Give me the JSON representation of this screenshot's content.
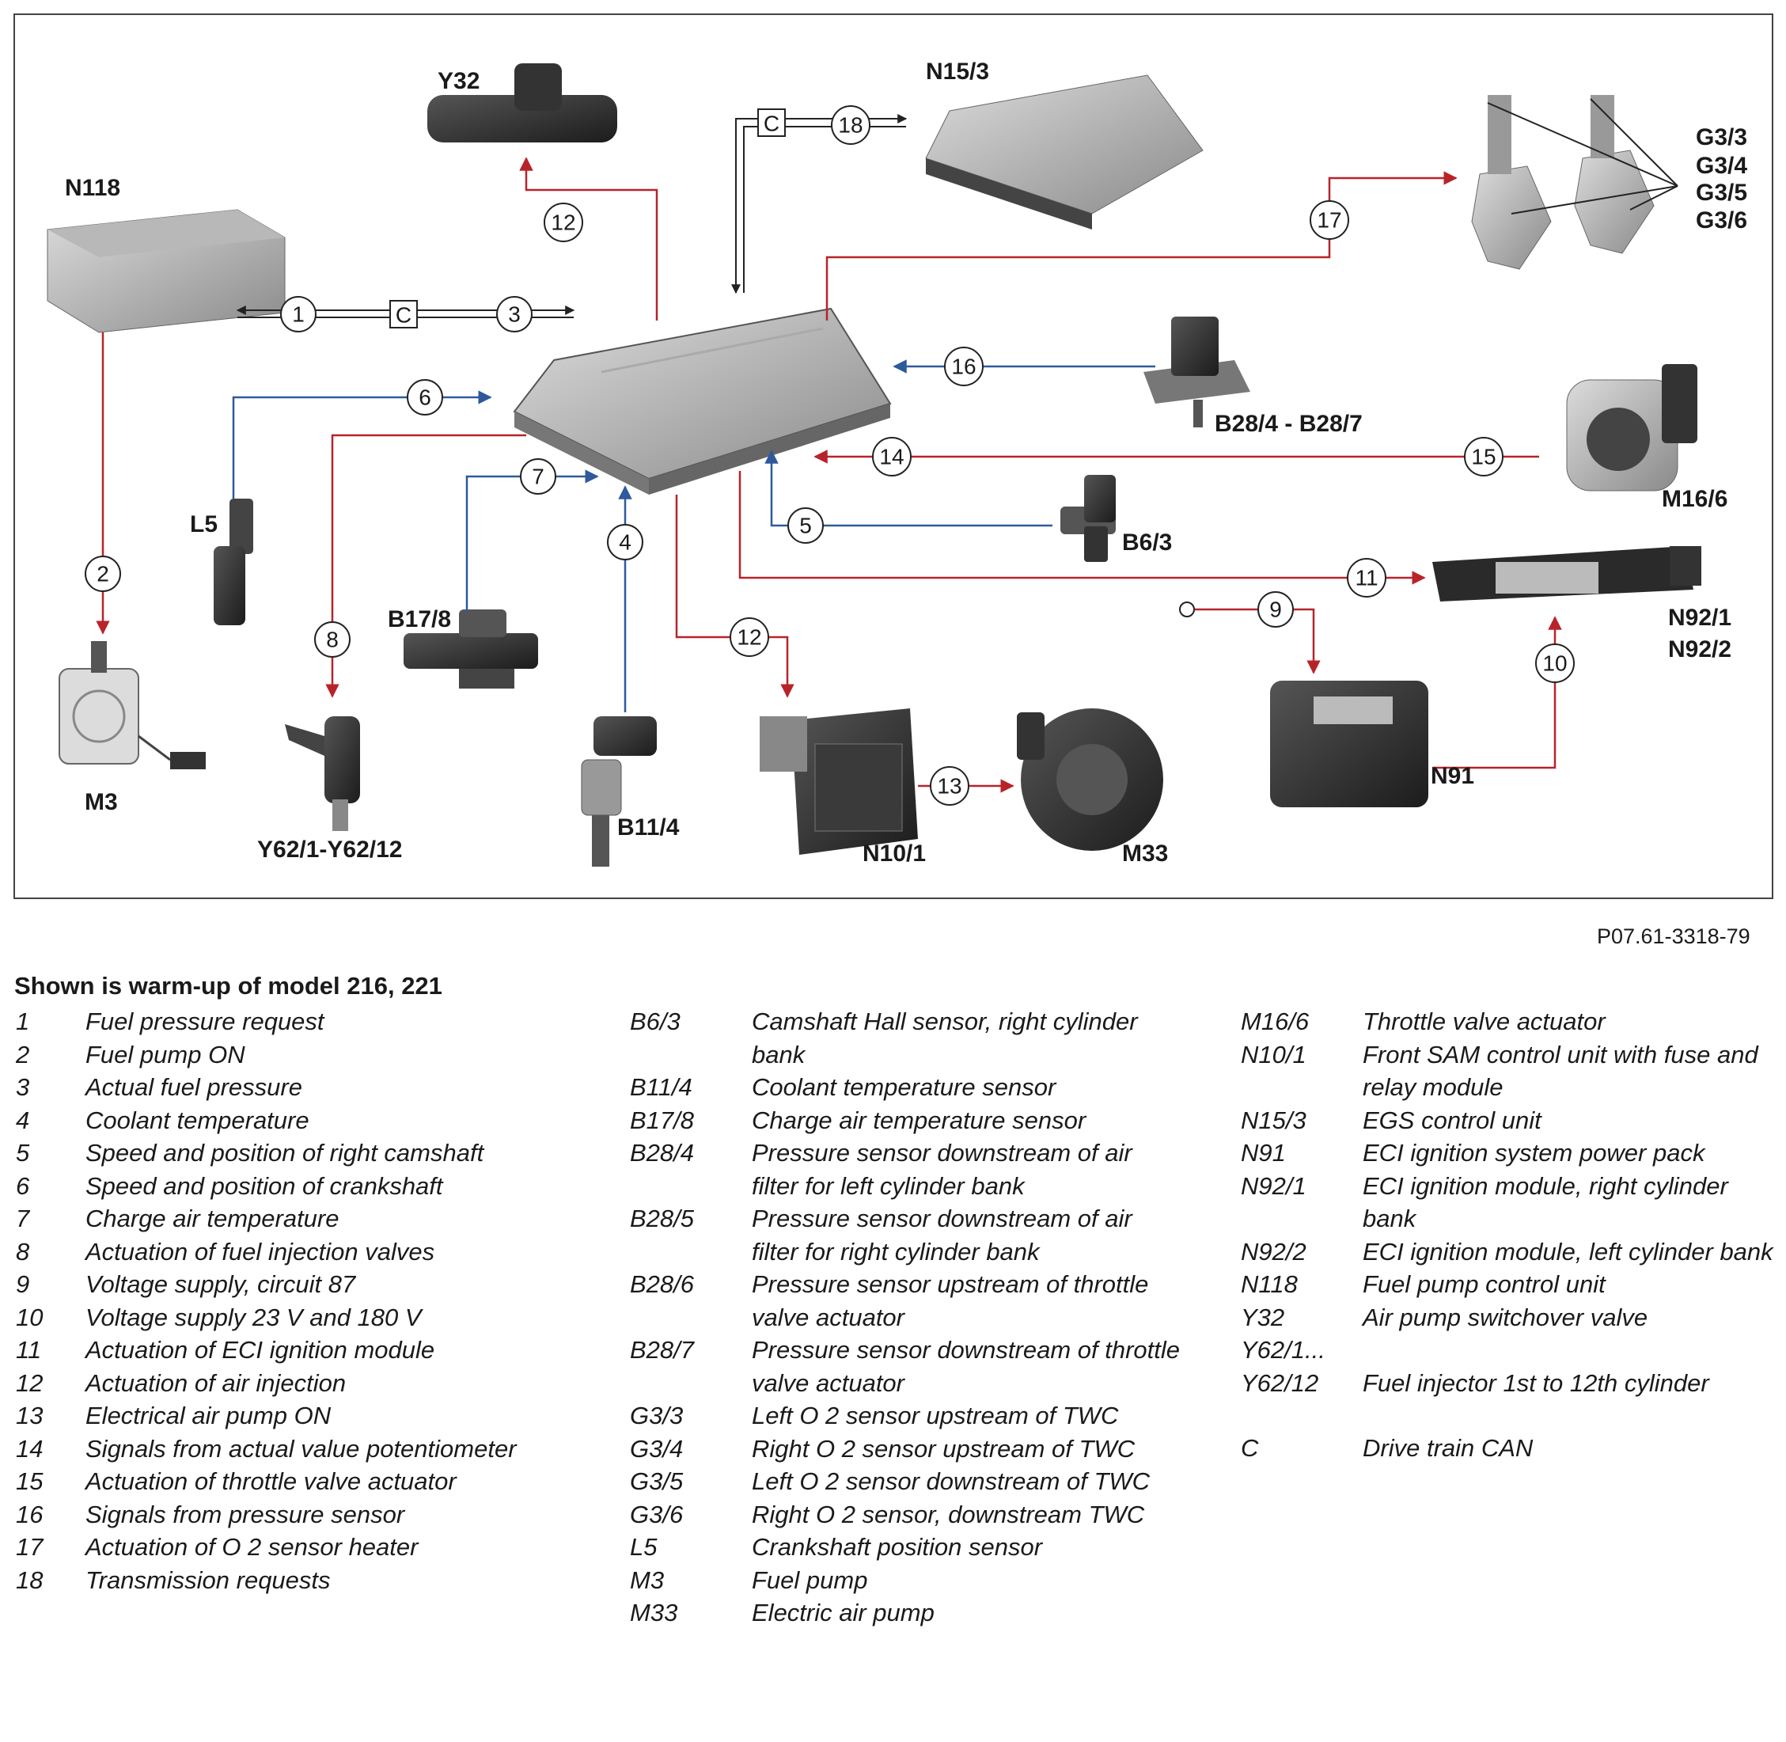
{
  "diagram": {
    "component_labels": {
      "Y32": "Y32",
      "N15_3": "N15/3",
      "N118": "N118",
      "G3": [
        "G3/3",
        "G3/4",
        "G3/5",
        "G3/6"
      ],
      "B28": "B28/4 - B28/7",
      "M16_6": "M16/6",
      "L5": "L5",
      "B6_3": "B6/3",
      "B17_8": "B17/8",
      "N92": [
        "N92/1",
        "N92/2"
      ],
      "M3": "M3",
      "Y62": "Y62/1-Y62/12",
      "B11_4": "B11/4",
      "N10_1": "N10/1",
      "M33": "M33",
      "N91": "N91"
    },
    "can_label": "C",
    "signal_numbers": [
      "1",
      "2",
      "3",
      "4",
      "5",
      "6",
      "7",
      "8",
      "9",
      "10",
      "11",
      "12",
      "13",
      "14",
      "15",
      "16",
      "17",
      "18"
    ],
    "colors": {
      "red_line": "#b8232a",
      "blue_line": "#2e5a9c",
      "can_line": "#222222"
    }
  },
  "figure_ref": "P07.61-3318-79",
  "legend": {
    "title": "Shown is warm-up of model 216, 221",
    "numbered": [
      {
        "key": "1",
        "text": "Fuel pressure request"
      },
      {
        "key": "2",
        "text": "Fuel pump ON"
      },
      {
        "key": "3",
        "text": "Actual fuel pressure"
      },
      {
        "key": "4",
        "text": "Coolant temperature"
      },
      {
        "key": "5",
        "text": "Speed and position of right camshaft"
      },
      {
        "key": "6",
        "text": "Speed and position of crankshaft"
      },
      {
        "key": "7",
        "text": "Charge air temperature"
      },
      {
        "key": "8",
        "text": "Actuation of fuel injection valves"
      },
      {
        "key": "9",
        "text": "Voltage supply, circuit 87"
      },
      {
        "key": "10",
        "text": "Voltage supply 23 V and 180 V"
      },
      {
        "key": "11",
        "text": "Actuation of ECI ignition module"
      },
      {
        "key": "12",
        "text": "Actuation of air injection"
      },
      {
        "key": "13",
        "text": "Electrical air pump ON"
      },
      {
        "key": "14",
        "text": "Signals from actual value potentiometer"
      },
      {
        "key": "15",
        "text": "Actuation of throttle valve actuator"
      },
      {
        "key": "16",
        "text": "Signals from pressure sensor"
      },
      {
        "key": "17",
        "text": "Actuation of O 2 sensor heater"
      },
      {
        "key": "18",
        "text": "Transmission requests"
      }
    ],
    "components_a": [
      {
        "key": "B6/3",
        "text": "Camshaft Hall sensor, right cylinder bank"
      },
      {
        "key": "B11/4",
        "text": "Coolant temperature sensor"
      },
      {
        "key": "B17/8",
        "text": "Charge air temperature sensor"
      },
      {
        "key": "B28/4",
        "text": "Pressure sensor downstream of air filter for left cylinder bank"
      },
      {
        "key": "B28/5",
        "text": "Pressure sensor downstream of air filter for right cylinder bank"
      },
      {
        "key": "B28/6",
        "text": "Pressure sensor upstream of throttle valve actuator"
      },
      {
        "key": "B28/7",
        "text": "Pressure sensor downstream of throttle valve actuator"
      },
      {
        "key": "G3/3",
        "text": "Left O 2 sensor upstream of TWC"
      },
      {
        "key": "G3/4",
        "text": "Right O 2 sensor upstream of TWC"
      },
      {
        "key": "G3/5",
        "text": "Left O 2 sensor downstream of TWC"
      },
      {
        "key": "G3/6",
        "text": "Right O 2 sensor, downstream TWC"
      },
      {
        "key": "L5",
        "text": "Crankshaft position sensor"
      },
      {
        "key": "M3",
        "text": "Fuel pump"
      },
      {
        "key": "M33",
        "text": "Electric air pump"
      }
    ],
    "components_b": [
      {
        "key": "M16/6",
        "text": "Throttle valve actuator"
      },
      {
        "key": "N10/1",
        "text": "Front SAM control unit with fuse and relay module"
      },
      {
        "key": "N15/3",
        "text": "EGS control unit"
      },
      {
        "key": "N91",
        "text": "ECI ignition system power pack"
      },
      {
        "key": "N92/1",
        "text": "ECI ignition module, right cylinder bank"
      },
      {
        "key": "N92/2",
        "text": "ECI ignition module, left cylinder bank"
      },
      {
        "key": "N118",
        "text": "Fuel pump control unit"
      },
      {
        "key": "Y32",
        "text": "Air pump switchover valve"
      },
      {
        "key": "Y62/1...",
        "text": ""
      },
      {
        "key": "Y62/12",
        "text": "Fuel injector 1st to 12th cylinder"
      },
      {
        "key": "C",
        "text": "Drive train CAN"
      }
    ]
  }
}
